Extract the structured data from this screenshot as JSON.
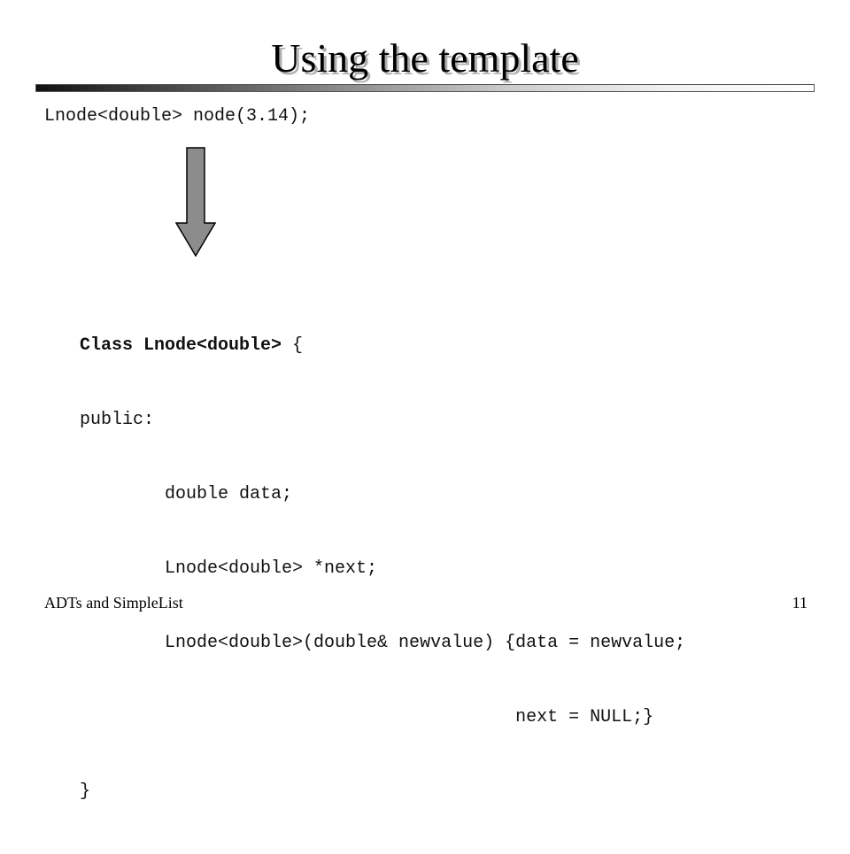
{
  "slide": {
    "title": "Using the template",
    "call_line": "Lnode<double> node(3.14);",
    "arrow_icon": "down-arrow-icon",
    "code": {
      "line1_bold": "Class Lnode<double>",
      "line1_rest": " {",
      "line2": "public:",
      "line3": "        double data;",
      "line4": "        Lnode<double> *next;",
      "line5": "        Lnode<double>(double& newvalue) {data = newvalue;",
      "line6": "                                         next = NULL;}",
      "line7": "}"
    },
    "footer": {
      "left": "ADTs and SimpleList",
      "page_number": "11"
    },
    "colors": {
      "arrow_fill": "#8c8c8c",
      "arrow_stroke": "#000000",
      "title_shadow": "#b0b0b0"
    }
  }
}
